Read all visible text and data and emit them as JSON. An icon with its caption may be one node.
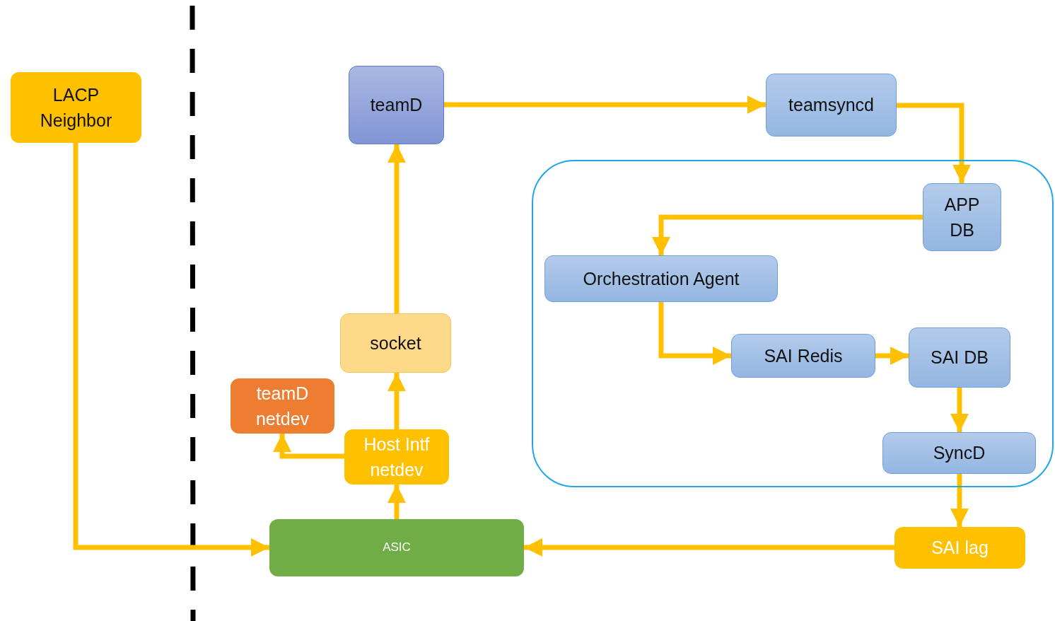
{
  "diagram": {
    "nodes": [
      {
        "text": [
          "LACP Neighbor"
        ]
      },
      {
        "text": [
          "teamD"
        ]
      },
      {
        "text": [
          "teamsyncd"
        ]
      },
      {
        "text": [],
        "shape": "box"
      },
      {
        "text": [
          "APP DB"
        ],
        "in": 3
      },
      {
        "text": [
          "Orchestration Agent"
        ],
        "in": 3
      },
      {
        "text": [
          "SAI Redis"
        ],
        "in": 3
      },
      {
        "text": [
          "SAI DB"
        ],
        "in": 3
      },
      {
        "text": [
          "SyncD"
        ],
        "in": 3
      },
      {
        "text": [
          "socket"
        ]
      },
      {
        "text": [
          "teamD netdev"
        ]
      },
      {
        "text": [
          "Host Intf netdev"
        ]
      },
      {
        "text": [
          "ASIC"
        ]
      },
      {
        "text": [
          "SAI lag"
        ]
      }
    ],
    "edges": [
      {
        "from": 0,
        "to": 12,
        "arrow": "to"
      },
      {
        "from": 12,
        "to": 11,
        "arrow": "to"
      },
      {
        "from": 11,
        "to": 9,
        "arrow": "to"
      },
      {
        "from": 9,
        "to": 1,
        "arrow": "to"
      },
      {
        "from": 11,
        "to": 10,
        "arrow": "to"
      },
      {
        "from": 1,
        "to": 2,
        "arrow": "to"
      },
      {
        "from": 2,
        "to": 4,
        "arrow": "to"
      },
      {
        "from": 4,
        "to": 5,
        "arrow": "to"
      },
      {
        "from": 5,
        "to": 6,
        "arrow": "to"
      },
      {
        "from": 6,
        "to": 7,
        "arrow": "to"
      },
      {
        "from": 7,
        "to": 8,
        "arrow": "to"
      },
      {
        "from": 8,
        "to": 13,
        "arrow": "to"
      },
      {
        "from": 13,
        "to": 12,
        "arrow": "to"
      }
    ]
  }
}
